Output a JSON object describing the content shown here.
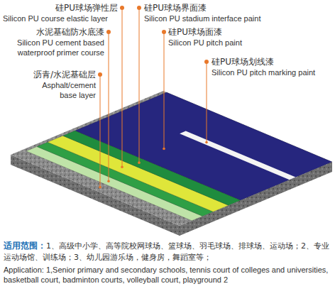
{
  "diagram": {
    "labels": [
      "硅PU球场弹性层",
      "Silicon PU course elastic layer",
      "水泥基础防水底漆",
      "Silicon PU cement based waterproof primer course",
      "沥青/水泥基础层",
      "Asphalt/cement base layer",
      "硅PU球场界面漆",
      "Silicon PU stadium interface paint",
      "硅PU球场面漆",
      "Silicon PU pitch paint",
      "硅PU球场划线漆",
      "Silicon PU pitch marking paint",
      "适用范围：",
      "1、高级中小学、高等院校网球场、篮球场、羽毛球场、排球场、运动场；2、专业运动场馆、训练场；3、幼儿园游乐场，健身房，舞蹈室等；",
      "Application: 1,Senior primary and secondary schools, tennis court of colleges and universities, basketball court, badminton courts, volleyball court, playground 2"
    ]
  }
}
